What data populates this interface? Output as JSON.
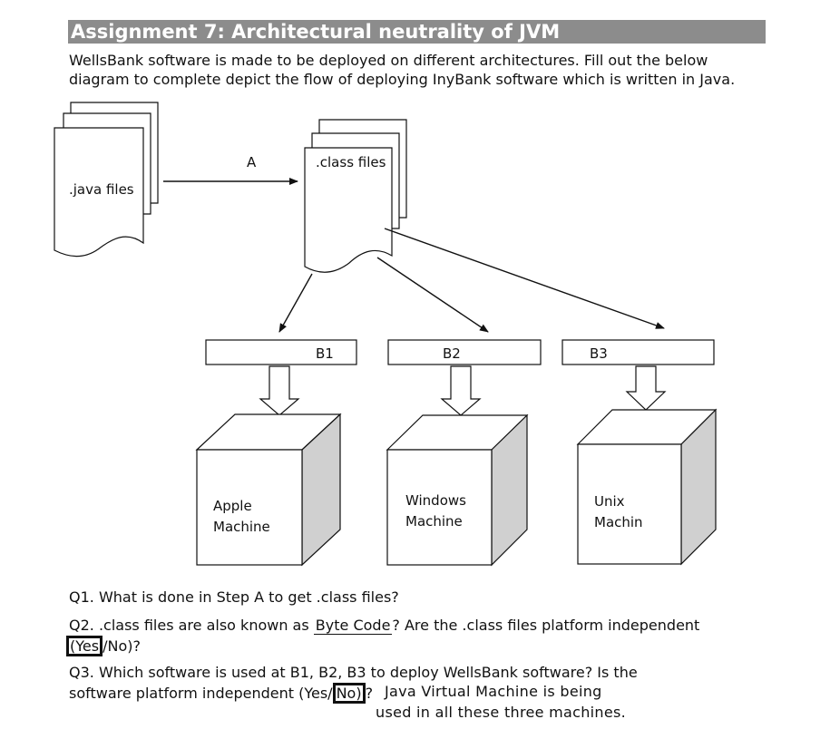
{
  "title": "Assignment 7: Architectural neutrality of JVM",
  "intro": {
    "line1": "WellsBank software is made to be deployed on different architectures. Fill out the below",
    "line2": "diagram to complete depict the flow of deploying InyBank software which is written in Java."
  },
  "diagram": {
    "java_files_label": ".java files",
    "class_files_label": ".class files",
    "step_a_label": "A",
    "boxes": [
      {
        "label": "B1",
        "machine_line1": "Apple",
        "machine_line2": "Machine"
      },
      {
        "label": "B2",
        "machine_line1": "Windows",
        "machine_line2": "Machine"
      },
      {
        "label": "B3",
        "machine_line1": "Unix",
        "machine_line2": "Machin"
      }
    ]
  },
  "questions": {
    "q1": "Q1. What is done in Step A to get .class files?",
    "q2_prefix": "Q2. .class files are also known as",
    "q2_answer": "Byte Code",
    "q2_suffix": "? Are the .class files platform independent",
    "q2_options_open": "(",
    "q2_yes": "Yes",
    "q2_sep": "/",
    "q2_no": "No)?",
    "q3_line1": "Q3. Which software is used at B1, B2, B3 to deploy WellsBank software? Is the",
    "q3_line2_prefix": "software platform independent (Yes/",
    "q3_no": "No)",
    "q3_line2_suffix": "?",
    "q3_answer_line1": "Java Virtual Machine is being",
    "q3_answer_line2": "used in all these three machines."
  }
}
